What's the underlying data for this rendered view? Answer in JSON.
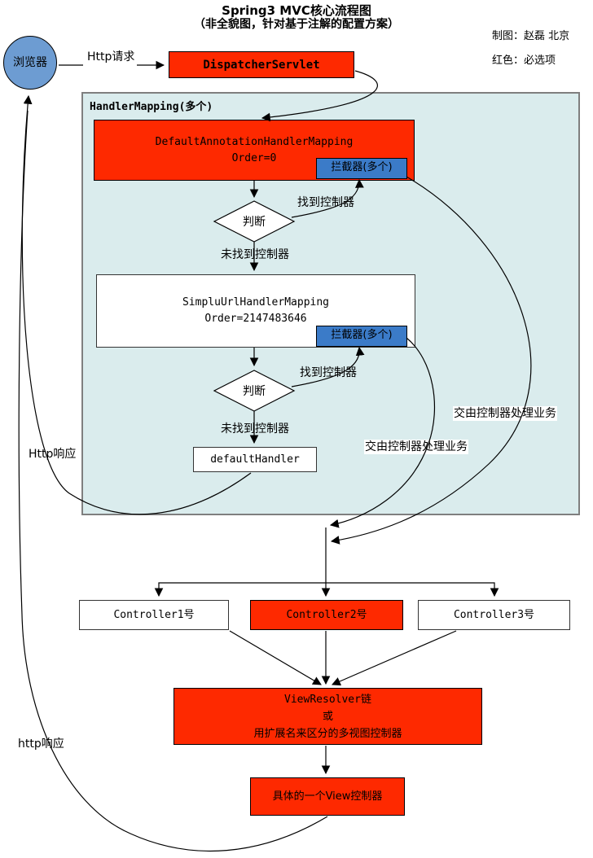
{
  "header": {
    "title": "Spring3 MVC核心流程图",
    "subtitle": "（非全貌图，针对基于注解的配置方案）",
    "credit": "制图：赵磊 北京",
    "legend": "红色：必选项"
  },
  "colors": {
    "required_red": "#fe2900",
    "interceptor_blue": "#3b7bc8",
    "container_fill": "#daeced",
    "browser_fill": "#6d9cd2"
  },
  "nodes": {
    "browser": {
      "label": "浏览器"
    },
    "dispatcher_servlet": {
      "label": "DispatcherServlet"
    },
    "handler_mapping_group": {
      "label": "HandlerMapping(多个)"
    },
    "default_annotation_handler_mapping": {
      "line1": "DefaultAnnotationHandlerMapping",
      "line2": "Order=0"
    },
    "interceptor_top": {
      "label": "拦截器(多个)"
    },
    "decision_top": {
      "label": "判断"
    },
    "simple_url_handler_mapping": {
      "line1": "SimpluUrlHandlerMapping",
      "line2": "Order=2147483646"
    },
    "interceptor_bottom": {
      "label": "拦截器(多个)"
    },
    "decision_bottom": {
      "label": "判断"
    },
    "default_handler": {
      "label": "defaultHandler"
    },
    "controller1": {
      "label": "Controller1号"
    },
    "controller2": {
      "label": "Controller2号"
    },
    "controller3": {
      "label": "Controller3号"
    },
    "view_resolver": {
      "line1": "ViewResolver链",
      "line2": "或",
      "line3": "用扩展名来区分的多视图控制器"
    },
    "view_controller": {
      "label": "具体的一个View控制器"
    }
  },
  "edge_labels": {
    "http_request": "Http请求",
    "found_controller_top": "找到控制器",
    "not_found_controller_top": "未找到控制器",
    "found_controller_bottom": "找到控制器",
    "not_found_controller_bottom": "未找到控制器",
    "dispatch_business_right": "交由控制器处理业务",
    "dispatch_business_left": "交由控制器处理业务",
    "http_response_upper": "Http响应",
    "http_response_lower": "http响应"
  }
}
